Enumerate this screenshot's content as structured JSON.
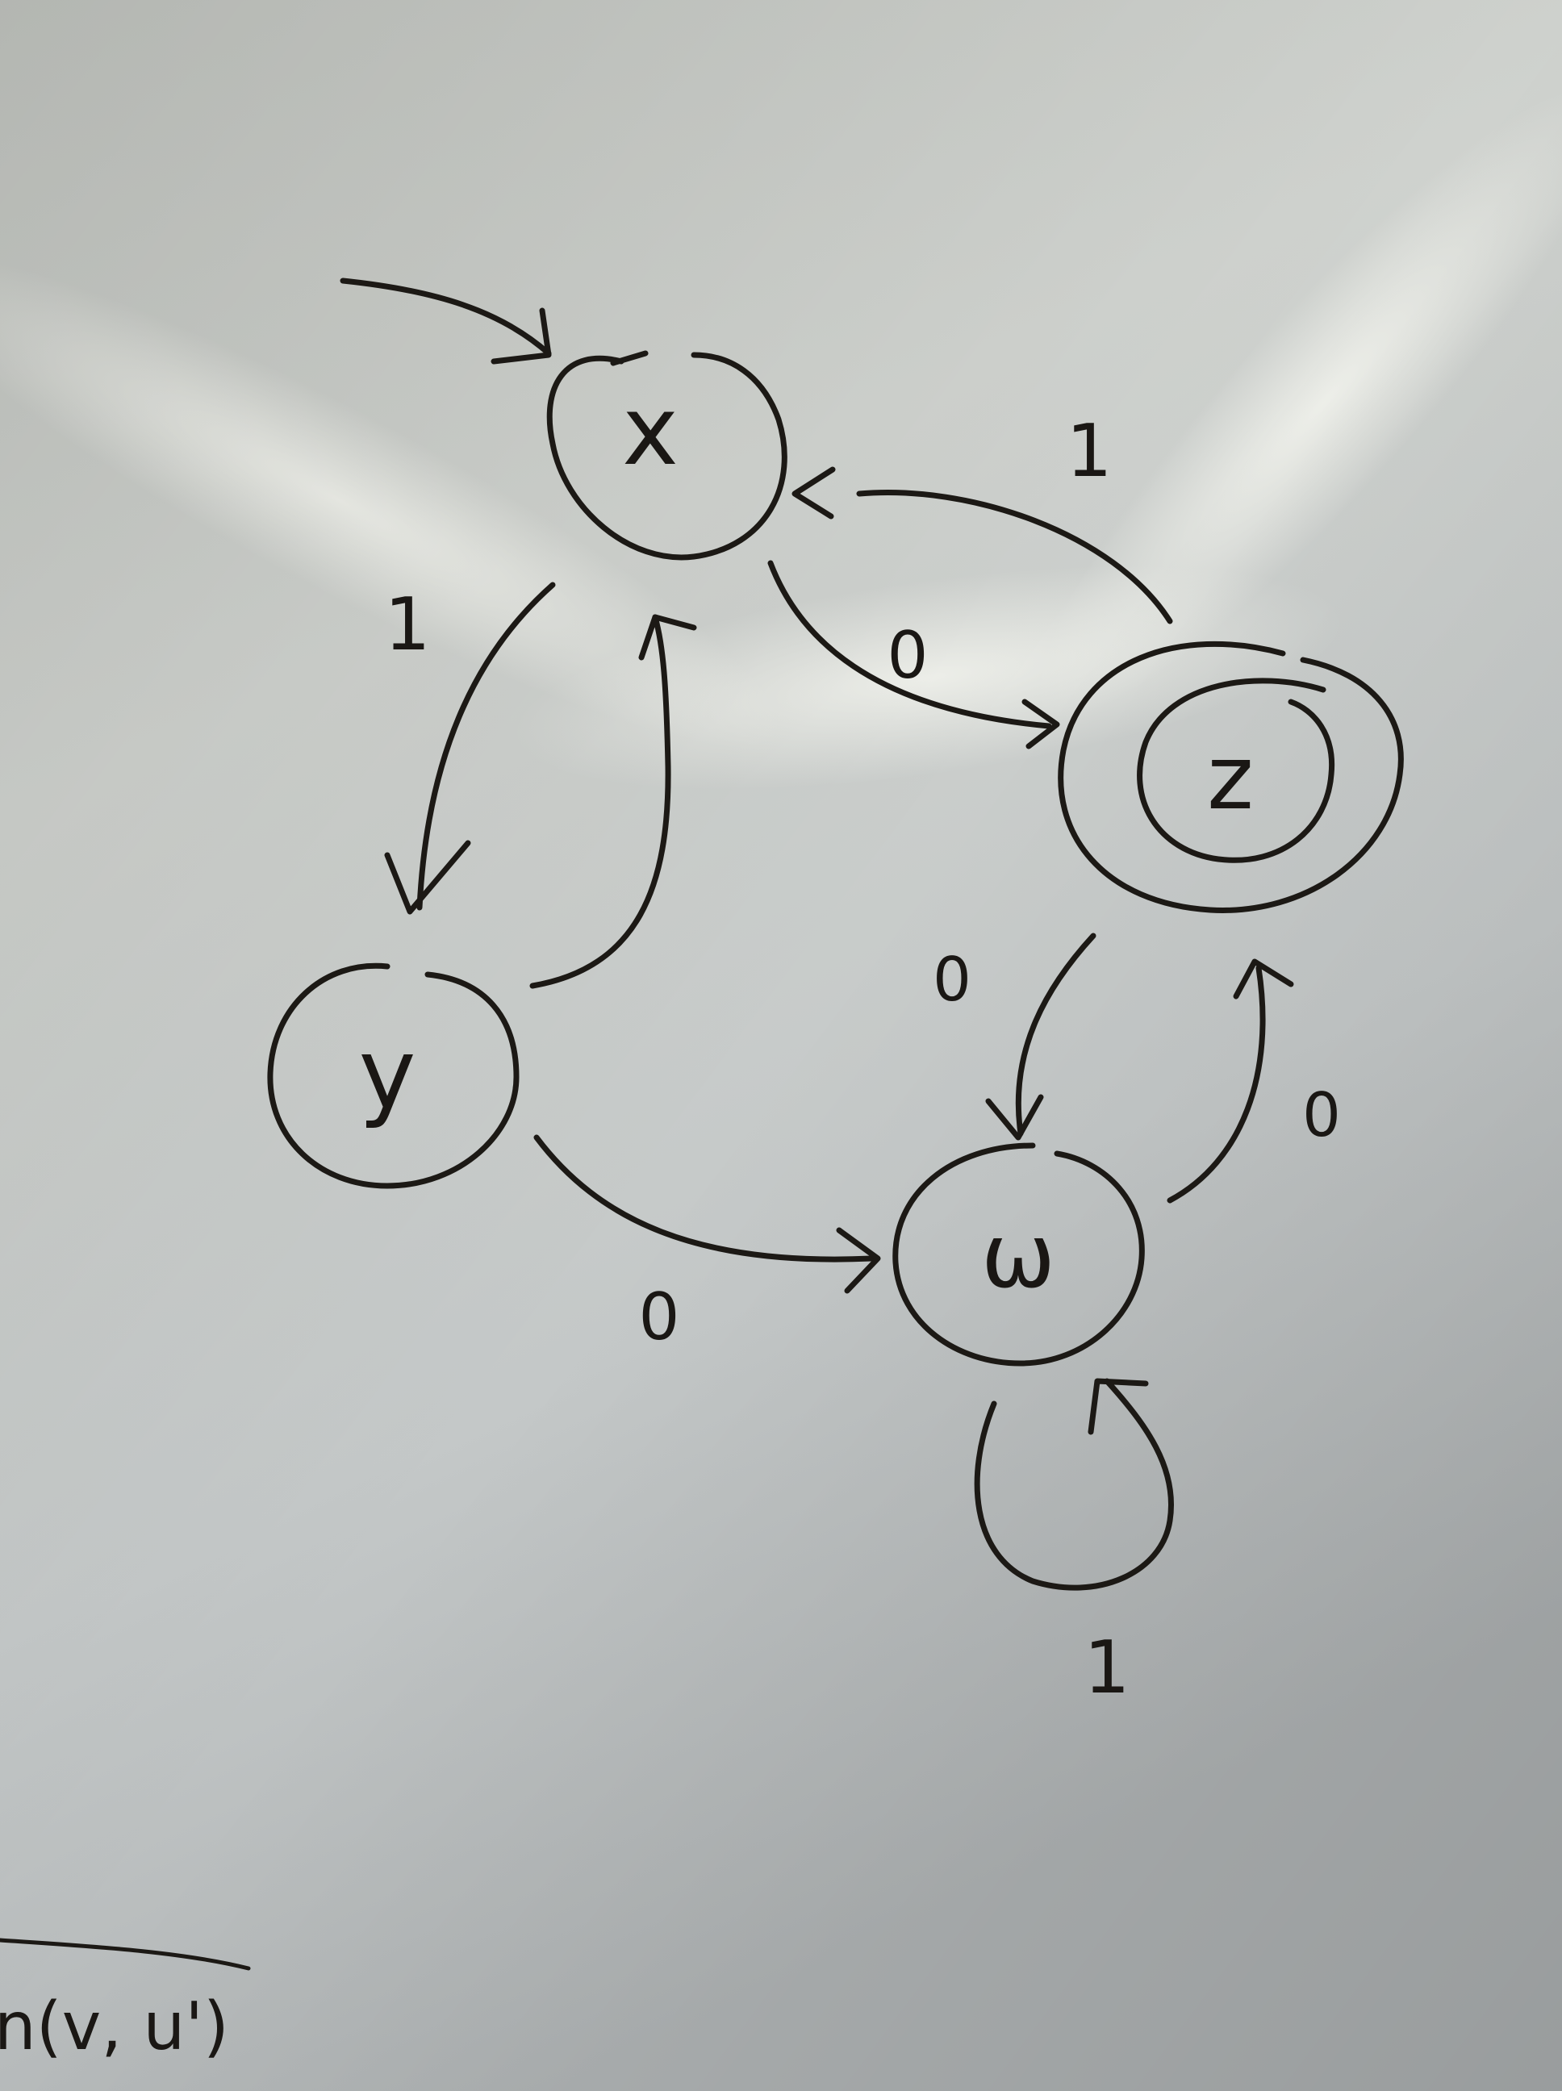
{
  "diagram": {
    "type": "finite-state-automaton",
    "states": [
      {
        "id": "x",
        "label": "x",
        "start": true,
        "accepting": false
      },
      {
        "id": "y",
        "label": "y",
        "start": false,
        "accepting": false
      },
      {
        "id": "z",
        "label": "z",
        "start": false,
        "accepting": true
      },
      {
        "id": "w",
        "label": "ω",
        "start": false,
        "accepting": false
      }
    ],
    "transitions": [
      {
        "from": "x",
        "to": "y",
        "label": "1"
      },
      {
        "from": "y",
        "to": "x",
        "label": ""
      },
      {
        "from": "x",
        "to": "z",
        "label": "0"
      },
      {
        "from": "z",
        "to": "x",
        "label": "1"
      },
      {
        "from": "y",
        "to": "w",
        "label": "0"
      },
      {
        "from": "z",
        "to": "w",
        "label": "0"
      },
      {
        "from": "w",
        "to": "z",
        "label": "0"
      },
      {
        "from": "w",
        "to": "w",
        "label": "1"
      }
    ],
    "corner_note": "in(v, u')"
  },
  "colors": {
    "ink": "#1c1915",
    "board_light": "#e9ebe6",
    "board_mid": "#c9ccc8",
    "board_dark": "#a9adab"
  }
}
